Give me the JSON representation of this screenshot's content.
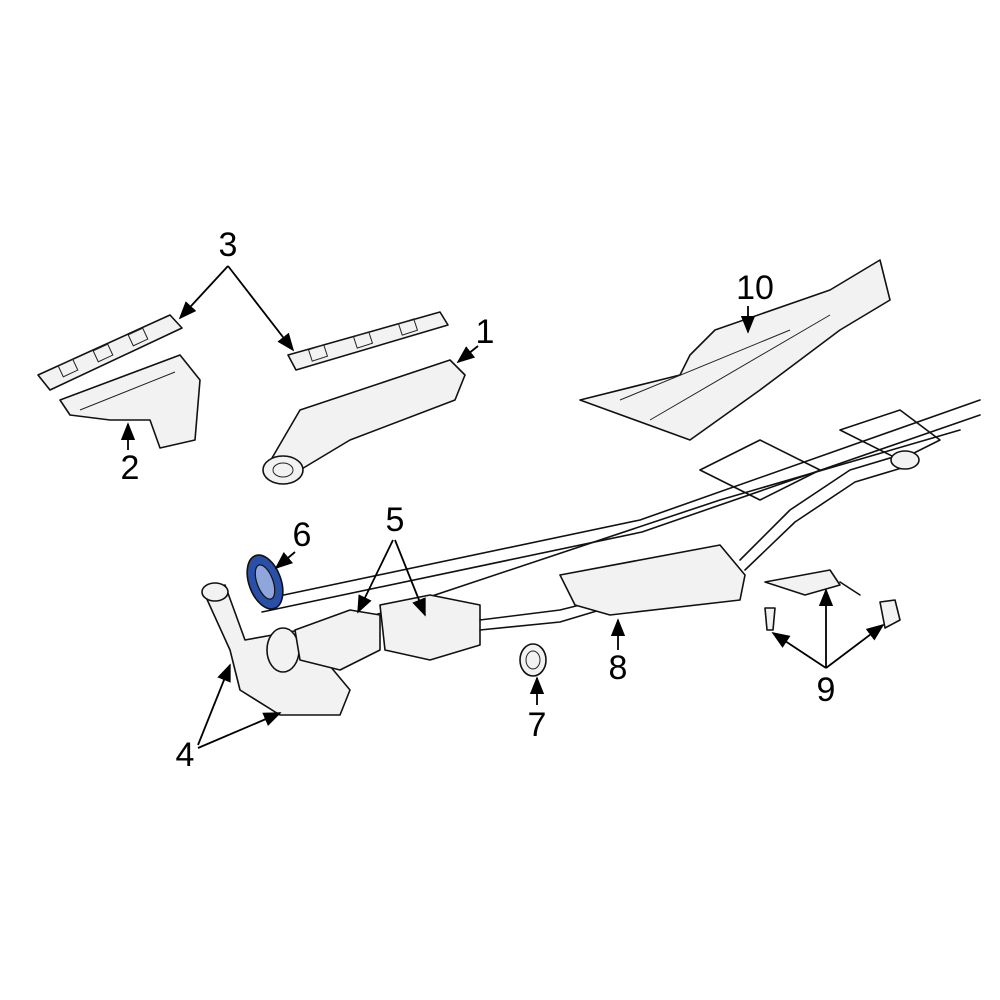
{
  "diagram": {
    "highlight_color": "#2a4fa8",
    "highlighted_part": "6",
    "callouts": [
      {
        "id": "1",
        "label": "1"
      },
      {
        "id": "2",
        "label": "2"
      },
      {
        "id": "3",
        "label": "3"
      },
      {
        "id": "4",
        "label": "4"
      },
      {
        "id": "5",
        "label": "5"
      },
      {
        "id": "6",
        "label": "6"
      },
      {
        "id": "7",
        "label": "7"
      },
      {
        "id": "8",
        "label": "8"
      },
      {
        "id": "9",
        "label": "9"
      },
      {
        "id": "10",
        "label": "10"
      }
    ]
  }
}
